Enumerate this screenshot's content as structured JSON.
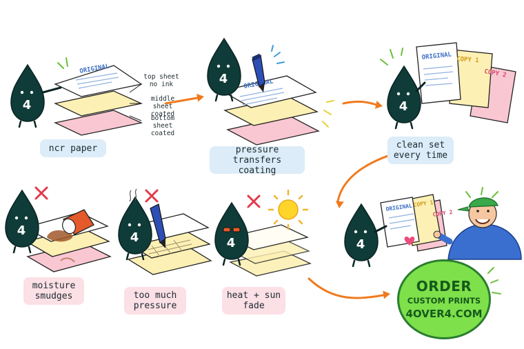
{
  "panels": {
    "ncr": {
      "label": "ncr paper",
      "top_sheet_note": "top sheet\nno ink",
      "middle_sheet_note": "middle sheet\ncoated",
      "bottom_sheet_note": "bottom sheet\ncoated",
      "sheet_title": "ORIGINAL"
    },
    "pressure": {
      "label": "pressure transfers\ncoating",
      "sheet_title": "ORIGINAL"
    },
    "clean_set": {
      "label": "clean set\nevery time",
      "sheet_titles": [
        "ORIGINAL",
        "COPY 1",
        "COPY 2"
      ]
    },
    "moisture": {
      "label": "moisture\nsmudges"
    },
    "too_much_pressure": {
      "label": "too much\npressure"
    },
    "heat_sun": {
      "label": "heat + sun\nfade"
    },
    "handoff": {
      "sheet_titles": [
        "ORIGINAL",
        "COPY 1",
        "COPY 2"
      ]
    }
  },
  "mascot": {
    "glyph": "4",
    "color": "#0f3b38"
  },
  "cta": {
    "line1": "ORDER",
    "line2": "CUSTOM PRINTS",
    "line3": "4OVER4.COM"
  },
  "colors": {
    "arrow": "#f07a1e",
    "warning_x": "#e23a4a",
    "sheet_white": "#ffffff",
    "sheet_yellow": "#fdf0b4",
    "sheet_pink": "#f9c7d1",
    "heading_blue": "#3a6fc4",
    "cta_fill": "#7ee04a"
  },
  "icons": [
    "droplet-mascot",
    "pen-icon",
    "coffee-cup-icon",
    "sun-icon",
    "sunglasses-icon",
    "x-mark-icon",
    "heart-icon",
    "customer-icon"
  ]
}
